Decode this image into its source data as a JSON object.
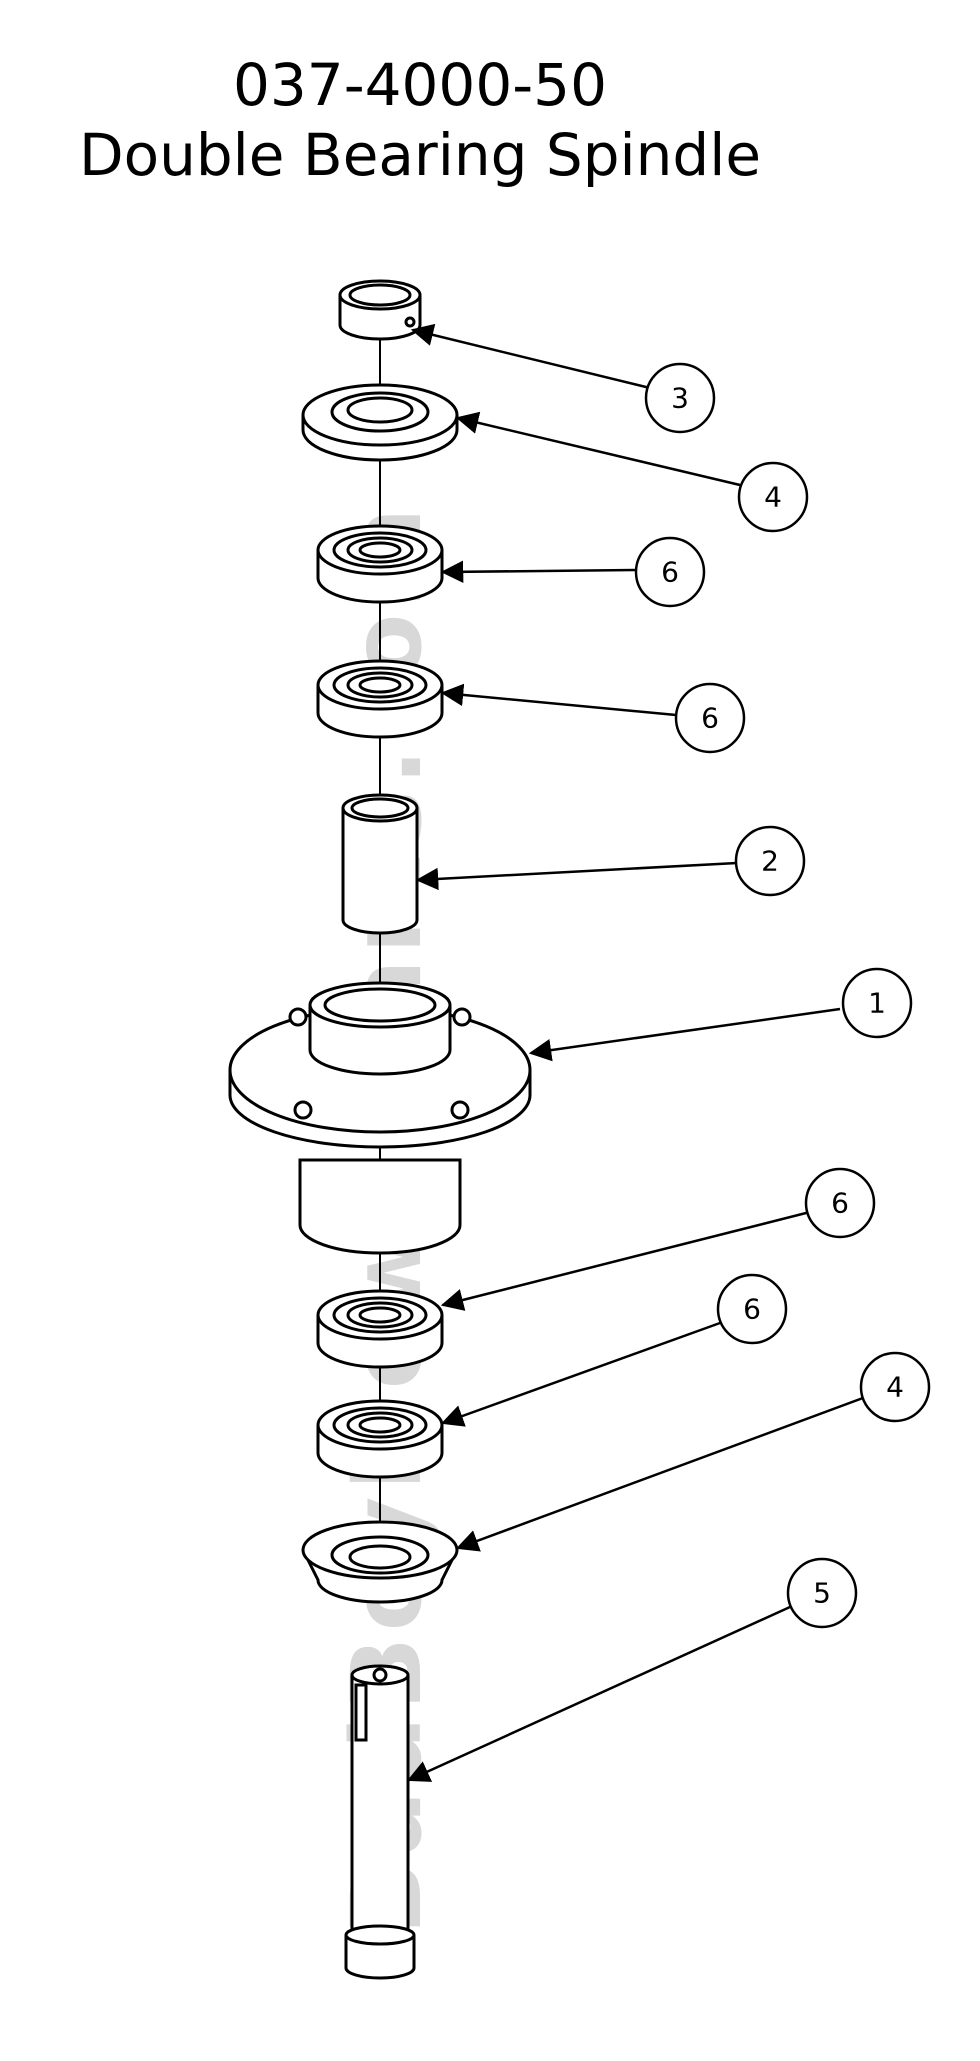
{
  "title": {
    "part_number": "037-4000-50",
    "part_name": "Double Bearing Spindle"
  },
  "watermark": "BadBoyMowerParts.com",
  "callouts": [
    {
      "label": "3",
      "part": "collar"
    },
    {
      "label": "4",
      "part": "seal-top"
    },
    {
      "label": "6",
      "part": "bearing-1"
    },
    {
      "label": "6",
      "part": "bearing-2"
    },
    {
      "label": "2",
      "part": "spacer"
    },
    {
      "label": "1",
      "part": "housing"
    },
    {
      "label": "6",
      "part": "bearing-3"
    },
    {
      "label": "6",
      "part": "bearing-4"
    },
    {
      "label": "4",
      "part": "seal-bottom"
    },
    {
      "label": "5",
      "part": "shaft"
    }
  ],
  "colors": {
    "line": "#000000",
    "watermark": "#d8d8d8"
  }
}
